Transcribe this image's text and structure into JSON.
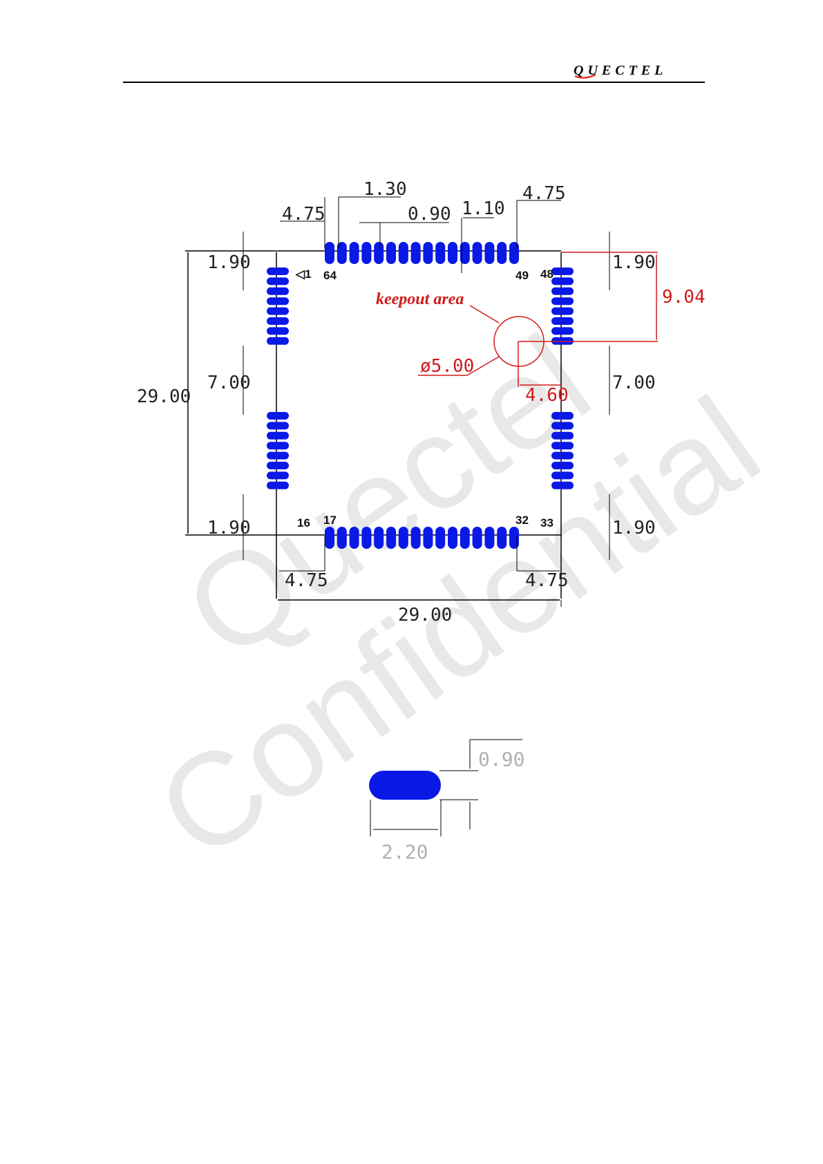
{
  "header": {
    "logo_text": "QUECTEL",
    "brand_color": "#0b0b0b",
    "brand_accent": "#e03030"
  },
  "diagram": {
    "colors": {
      "pad": "#0a19e6",
      "line": "#000000",
      "keepout": "#d01a1a",
      "watermark": "#e6e6e6"
    },
    "dimensions": {
      "top_left_offset": "4.75",
      "pad_pitch_outer": "1.30",
      "pad_width": "0.90",
      "pad_gap": "1.10",
      "top_right_offset": "4.75",
      "left_top_margin": "1.90",
      "right_top_margin": "1.90",
      "height_total": "29.00",
      "left_gap": "7.00",
      "right_gap": "7.00",
      "left_bottom_margin": "1.90",
      "right_bottom_margin": "1.90",
      "bottom_left_offset": "4.75",
      "bottom_right_offset": "4.75",
      "width_total": "29.00",
      "keepout_vertical": "9.04",
      "keepout_horizontal": "4.60",
      "keepout_diameter": "ø5.00"
    },
    "keepout_label": "keepout area",
    "pin_labels": {
      "pin1": "1",
      "pin16": "16",
      "pin17": "17",
      "pin32": "32",
      "pin33": "33",
      "pin48": "48",
      "pin49": "49",
      "pin64": "64"
    },
    "watermark": [
      "Quectel",
      "Confidential"
    ]
  },
  "pad_detail": {
    "height": "0.90",
    "length": "2.20"
  }
}
